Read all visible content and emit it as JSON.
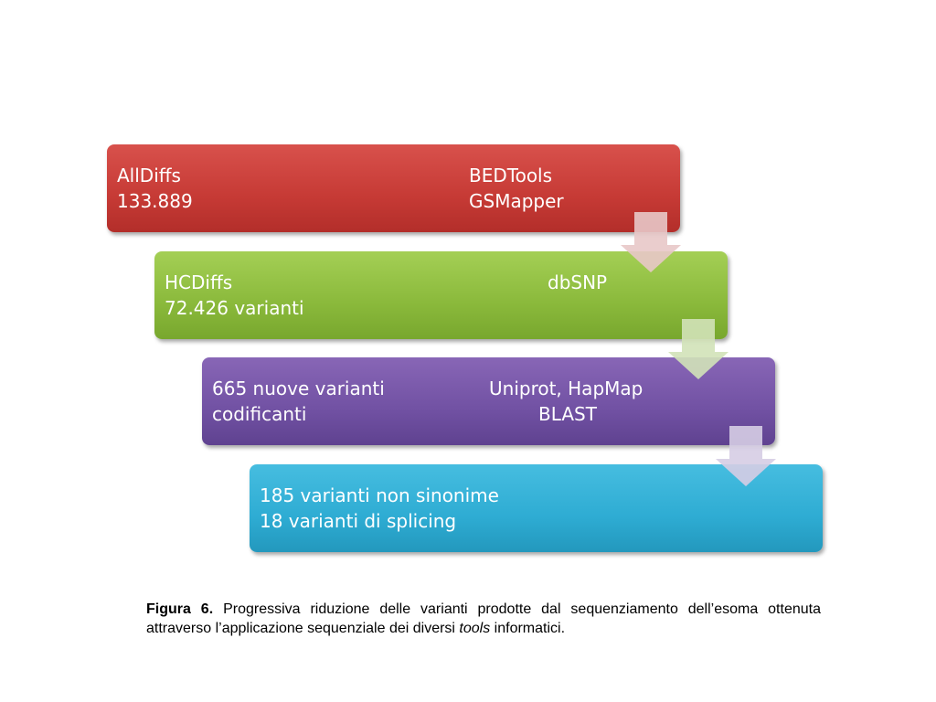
{
  "boxes": [
    {
      "left_top": "AllDiffs",
      "left_bottom": "133.889",
      "right_top": "BEDTools",
      "right_bottom": "GSMapper",
      "color": "#c63a35"
    },
    {
      "left_top": "HCDiffs",
      "left_bottom": "72.426 varianti",
      "right_top": "dbSNP",
      "right_bottom": "",
      "color": "#8ab93b"
    },
    {
      "left_top": "665 nuove varianti",
      "left_bottom": "codificanti",
      "right_top": "Uniprot, HapMap",
      "right_bottom": "BLAST",
      "color": "#7151a3"
    },
    {
      "left_top": "185 varianti non sinonime",
      "left_bottom": "18 varianti di splicing",
      "right_top": "",
      "right_bottom": "",
      "color": "#2eacd3"
    }
  ],
  "arrow_colors": [
    "#e8c8c8",
    "#d2e2b8",
    "#d6cde4"
  ],
  "caption": {
    "label": "Figura 6.",
    "text": " Progressiva riduzione delle varianti prodotte dal sequenziamento dell’esoma ottenuta attraverso l’applicazione sequenziale dei diversi ",
    "italic": "tools",
    "text_end": " informatici."
  }
}
